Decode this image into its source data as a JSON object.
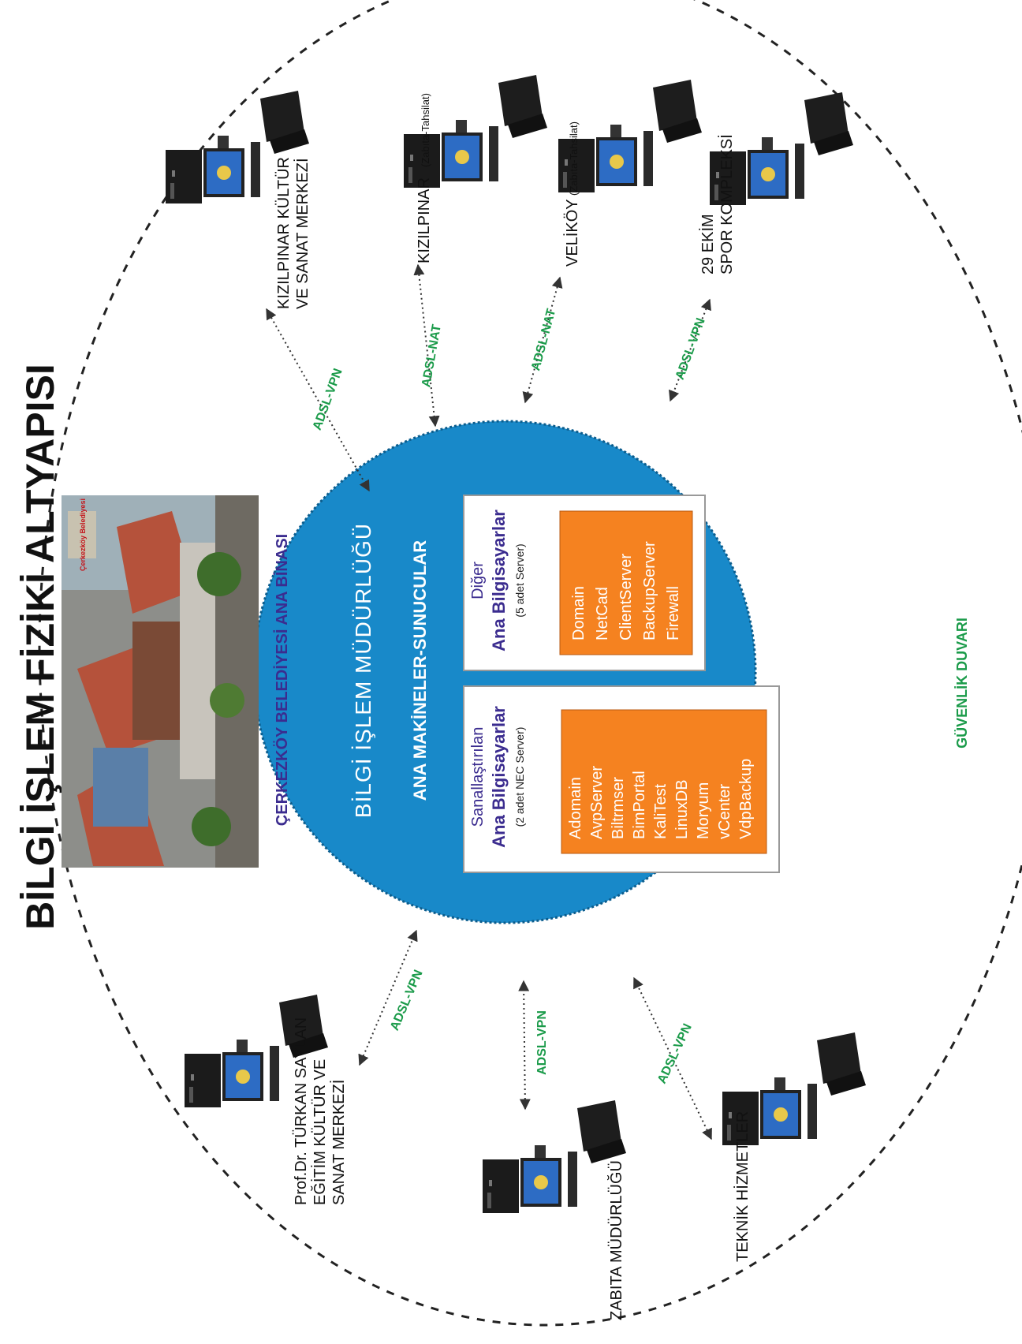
{
  "title": "BİLGİ İŞLEM FİZİKİ ALTYAPISI",
  "building": {
    "caption": "ÇERKEZKÖY BELEDİYESİ ANA BİNASI",
    "logo_text": "Çerkezköy Belediyesi"
  },
  "center": {
    "title": "BİLGİ İŞLEM MÜDÜRLÜĞÜ",
    "subtitle": "ANA MAKİNELER-SUNUCULAR",
    "virtualized": {
      "heading": "Sanallaştırılan",
      "name": "Ana Bilgisayarlar",
      "note": "(2 adet NEC Server)",
      "servers": [
        "Adomain",
        "AvpServer",
        "Biltrmser",
        "BimPortal",
        "KaliTest",
        "LinuxDB",
        "Moryum",
        "vCenter",
        "VdpBackup"
      ]
    },
    "other": {
      "heading": "Diğer",
      "name": "Ana Bilgisayarlar",
      "note": "(5 adet Server)",
      "servers": [
        "Domain",
        "NetCad",
        "ClientServer",
        "BackupServer",
        "Firewall"
      ]
    }
  },
  "firewall_label": "GÜVENLİK DUVARI",
  "sites": {
    "kizilpinar_kultur": {
      "line1": "KIZILPINAR KÜLTÜR",
      "line2": "VE SANAT MERKEZİ",
      "link": "ADSL-VPN"
    },
    "kizilpinar": {
      "line1": "KIZILPINAR",
      "sub": "(Zabıta-Tahsilat)",
      "link": "ADSL-NAT"
    },
    "velikoy": {
      "line1": "VELİKÖY",
      "sub": "(Zabıta-Tahsilat)",
      "link": "ADSL-NAT"
    },
    "spor": {
      "line1": "29 EKİM",
      "line2": "SPOR KOMPLEKSİ",
      "link": "ADSL-VPN"
    },
    "turkan": {
      "line1": "Prof.Dr. TÜRKAN SAYLAN",
      "line2": "EĞİTİM KÜLTÜR VE",
      "line3": "SANAT MERKEZİ",
      "link": "ADSL-VPN"
    },
    "zabita": {
      "line1": "ZABITA MÜDÜRLÜĞÜ",
      "link": "ADSL-VPN"
    },
    "teknik": {
      "line1": "TEKNİK HİZMETLER",
      "link": "ADSL-VPN"
    }
  },
  "colors": {
    "circle": "#1889c9",
    "server_box": "#f58220",
    "purple": "#3b2c8f",
    "green": "#1b9b4a",
    "title": "#111111"
  }
}
